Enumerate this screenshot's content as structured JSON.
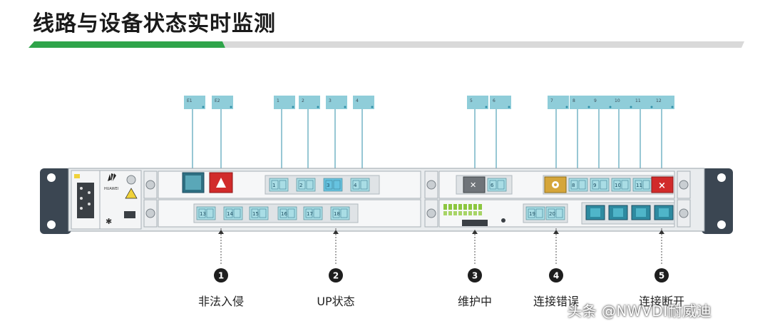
{
  "title": "线路与设备状态实时监测",
  "colors": {
    "accent_green": "#2fa44a",
    "title_bar_gray": "#d9d9d9",
    "tag_blue": "#8fcdd9",
    "port_blue": "#a9dde5",
    "alarm_red": "#d12b2b",
    "warning_gold": "#d5a63a",
    "chassis_dark": "#3b4652"
  },
  "device": {
    "brand": "HUAWEI"
  },
  "top_tags": [
    "E1",
    "E2",
    "1",
    "2",
    "3",
    "4",
    "5",
    "6",
    "7",
    "8",
    "9",
    "10",
    "11",
    "12"
  ],
  "card1_ports": [
    "1",
    "2",
    "3",
    "4"
  ],
  "card2_ports": [
    "5",
    "6",
    "7",
    "8",
    "9",
    "10",
    "11",
    "12"
  ],
  "bottom_ports": [
    "13",
    "14",
    "15",
    "16",
    "17",
    "18"
  ],
  "bottom_mid_ports": [
    "19",
    "20"
  ],
  "callouts": [
    {
      "num": "1",
      "label": "非法入侵"
    },
    {
      "num": "2",
      "label": "UP状态"
    },
    {
      "num": "3",
      "label": "维护中"
    },
    {
      "num": "4",
      "label": "连接错误"
    },
    {
      "num": "5",
      "label": "连接断开"
    }
  ],
  "watermark": "头条 @NWVDI耐威迪"
}
